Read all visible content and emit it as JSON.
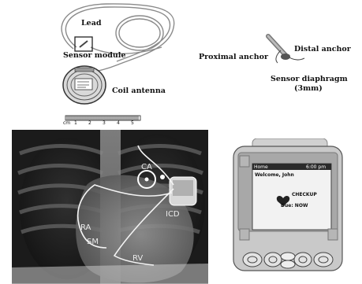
{
  "device_panel": {
    "labels": {
      "lead": "Lead",
      "sensor_module": "Sensor module",
      "coil_antenna": "Coil antenna",
      "proximal_anchor": "Proximal anchor",
      "distal_anchor": "Distal anchor",
      "sensor_diaphragm": "Sensor diaphragm",
      "diaphragm_size": "(3mm)"
    },
    "ruler": {
      "unit": "cm",
      "ticks": [
        "1",
        "2",
        "3",
        "4",
        "5"
      ]
    }
  },
  "xray_panel": {
    "labels": {
      "ca": "CA",
      "icd": "ICD",
      "ra": "RA",
      "sm": "SM",
      "rv": "RV"
    }
  },
  "pda_panel": {
    "status_bar": {
      "app": "Home",
      "time": "6:00 pm"
    },
    "welcome": "Welcome, John",
    "checkup_label": "CHECKUP",
    "due": "Due: NOW"
  }
}
